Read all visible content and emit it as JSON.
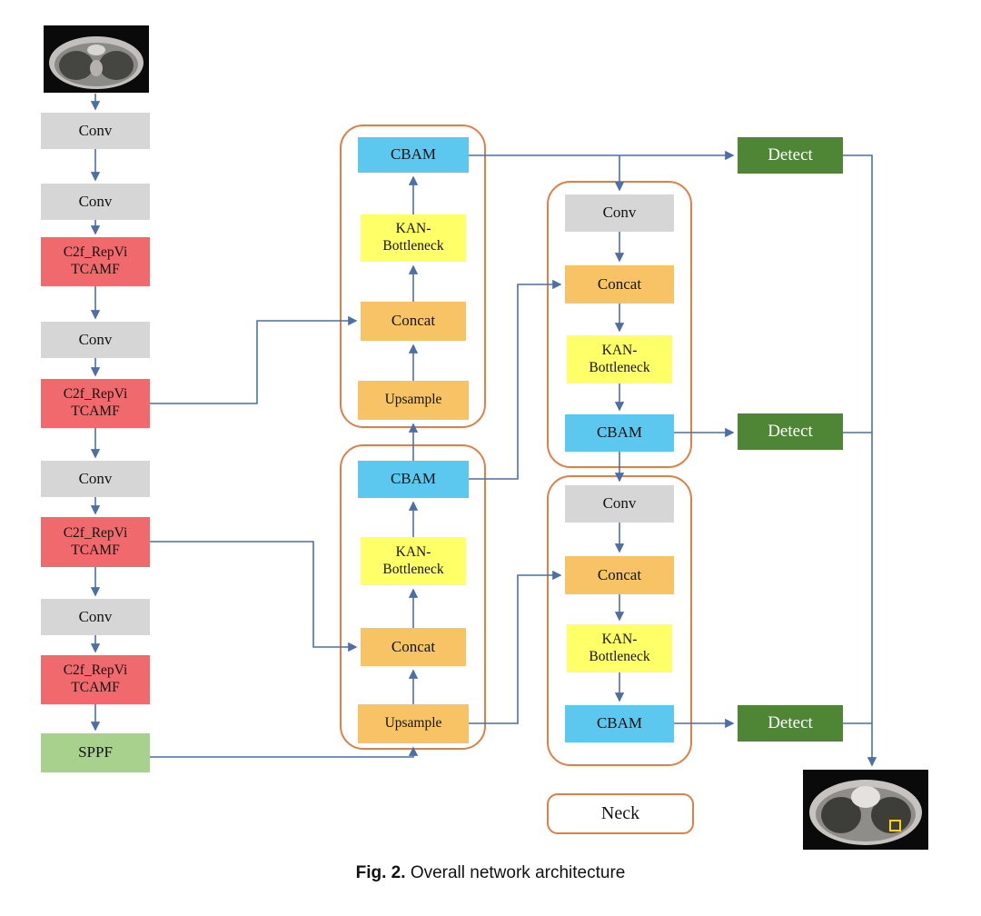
{
  "figure": {
    "caption_prefix": "Fig. 2.",
    "caption_text": "Overall network architecture"
  },
  "backbone": {
    "items": [
      "Conv",
      "Conv",
      "C2f_RepVi\nTCAMF",
      "Conv",
      "C2f_RepVi\nTCAMF",
      "Conv",
      "C2f_RepVi\nTCAMF",
      "Conv",
      "C2f_RepVi\nTCAMF",
      "SPPF"
    ]
  },
  "neck": {
    "label": "Neck",
    "fpn_top": [
      "CBAM",
      "KAN-\nBottleneck",
      "Concat",
      "Upsample"
    ],
    "fpn_bottom": [
      "CBAM",
      "KAN-\nBottleneck",
      "Concat",
      "Upsample"
    ],
    "pan_top": [
      "Conv",
      "Concat",
      "KAN-\nBottleneck",
      "CBAM"
    ],
    "pan_bottom": [
      "Conv",
      "Concat",
      "KAN-\nBottleneck",
      "CBAM"
    ]
  },
  "heads": {
    "items": [
      "Detect",
      "Detect",
      "Detect"
    ]
  },
  "colors": {
    "conv": "#d6d6d6",
    "c2f_repvitcamf": "#f0696c",
    "sppf": "#a9d18e",
    "cbam": "#5cc8f0",
    "concat": "#f8c364",
    "upsample": "#f8c364",
    "kan_bottleneck": "#ffff67",
    "detect": "#4f8636",
    "container_border": "#dd8047",
    "arrow": "#4d6fa6",
    "detection_box": "#ffd400"
  }
}
